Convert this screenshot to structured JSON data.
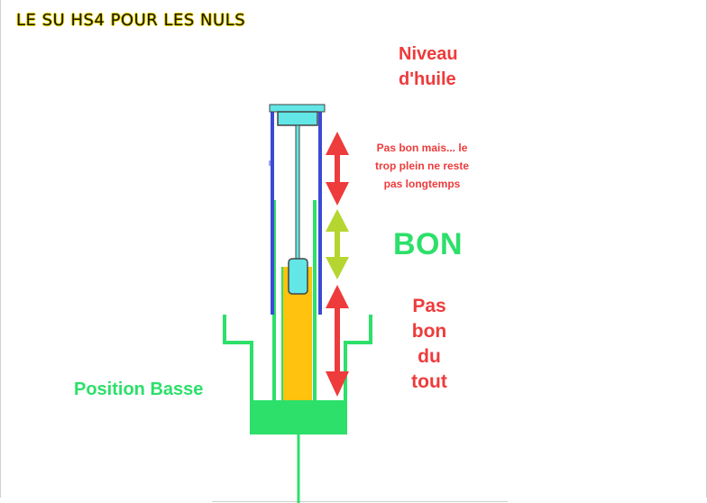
{
  "title": "LE SU HS4 POUR LES NULS",
  "labels": {
    "niveau_line1": "Niveau",
    "niveau_line2": "d'huile",
    "pas_bon_mais_line1": "Pas bon mais... le",
    "pas_bon_mais_line2": "trop plein ne reste",
    "pas_bon_mais_line3": "pas longtemps",
    "bon": "BON",
    "pas_bon_line1": "Pas",
    "pas_bon_line2": "bon",
    "pas_bon_line3": "du",
    "pas_bon_line4": "tout",
    "position": "Position Basse"
  },
  "colors": {
    "red": "#ee3b3b",
    "green": "#2ce06a",
    "lime": "#b5d630",
    "blue": "#3b49d6",
    "cyan": "#62e6e6",
    "oil": "#ffc20e"
  }
}
